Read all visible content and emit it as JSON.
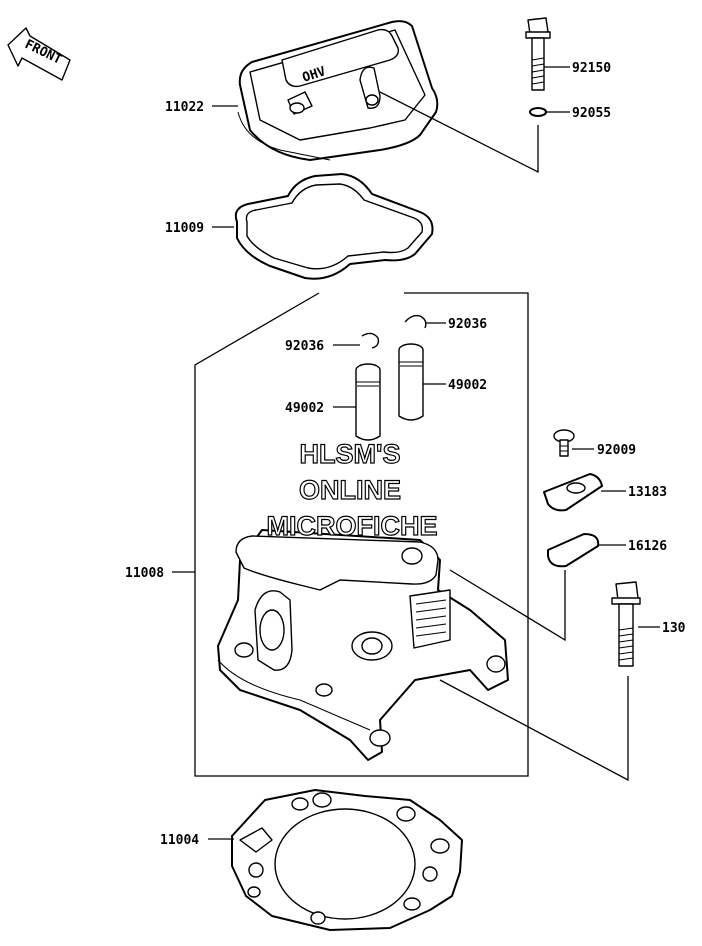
{
  "front_label": "FRONT",
  "cover_text": "OHV",
  "watermark": {
    "line1": "HLSM'S",
    "line2": "ONLINE",
    "line3": "MICROFICHE"
  },
  "parts": {
    "valve_cover": "11022",
    "cover_gasket": "11009",
    "cylinder_head": "11008",
    "head_gasket": "11004",
    "cover_bolt": "92150",
    "cover_bolt_oring": "92055",
    "clip_right": "92036",
    "clip_left": "92036",
    "guide_right": "49002",
    "guide_left": "49002",
    "plate_screw": "92009",
    "plate": "13183",
    "plate_gasket": "16126",
    "head_bolt": "130"
  }
}
